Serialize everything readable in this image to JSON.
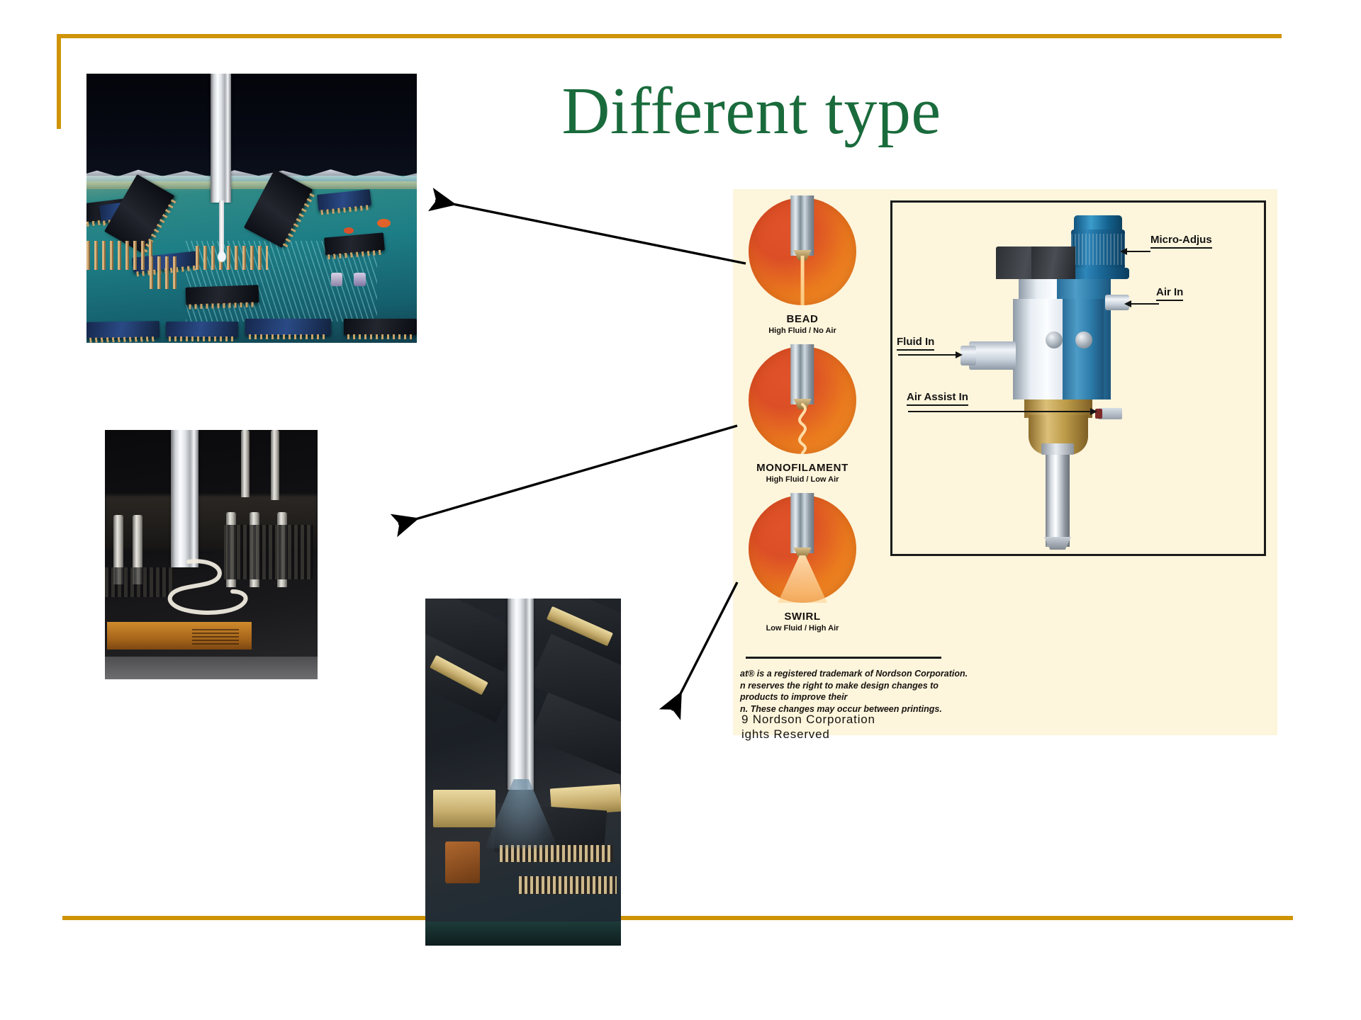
{
  "slide": {
    "title": "Different type",
    "title_color": "#1a6b3c",
    "accent_color": "#cf9406",
    "background_color": "#ffffff"
  },
  "photos": [
    {
      "name": "bead-dispense-photo",
      "caption": "Close-up of a dispensing needle laying a bead on a green printed circuit board"
    },
    {
      "name": "monofilament-dispense-photo",
      "caption": "Dark close-up of a needle laying a looping monofilament pattern across a circuit board"
    },
    {
      "name": "swirl-dispense-photo",
      "caption": "Swirl-pattern coating being sprayed onto a populated circuit board"
    }
  ],
  "nordson": {
    "panel_background": "#fdf5dc",
    "patterns": [
      {
        "name": "BEAD",
        "sub": "High Fluid / No Air"
      },
      {
        "name": "MONOFILAMENT",
        "sub": "High Fluid / Low Air"
      },
      {
        "name": "SWIRL",
        "sub": "Low Fluid / High Air"
      }
    ],
    "valve_labels": {
      "micro_adjust": "Micro-Adjus",
      "air_in": "Air In",
      "fluid_in": "Fluid In",
      "air_assist_in": "Air Assist In"
    },
    "fineprint": "at® is a registered trademark of Nordson Corporation.\nn reserves the right to make design changes to products to improve their\nn. These changes may occur between printings.",
    "copyright_line1": "9 Nordson Corporation",
    "copyright_line2": "ights Reserved"
  },
  "callouts": [
    {
      "name": "arrow-bead-to-photo",
      "from": "BEAD swatch",
      "to": "bead-dispense-photo"
    },
    {
      "name": "arrow-monofilament-to-photo",
      "from": "MONOFILAMENT swatch",
      "to": "monofilament-dispense-photo"
    },
    {
      "name": "arrow-swirl-to-photo",
      "from": "SWIRL swatch",
      "to": "swirl-dispense-photo"
    }
  ]
}
